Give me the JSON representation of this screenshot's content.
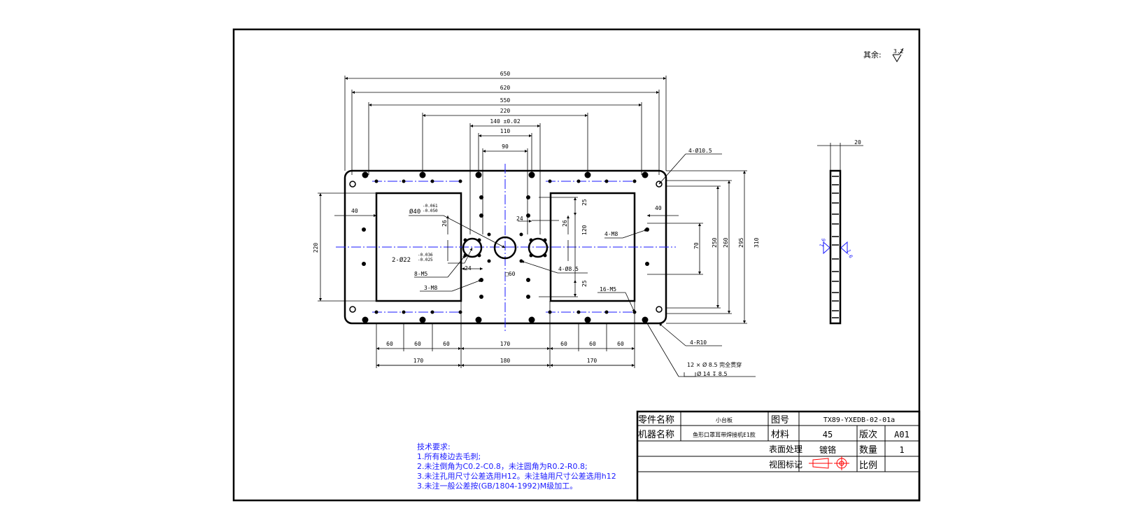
{
  "roughness": {
    "label": "其余:",
    "value": "3.2"
  },
  "dimensions": {
    "w650": "650",
    "w620": "620",
    "w550": "550",
    "w220": "220",
    "w140": "140 ±0.02",
    "w110": "110",
    "w90": "90",
    "w20": "20",
    "h220": "220",
    "h40l": "40",
    "h40r": "40",
    "h26a": "26",
    "h26b": "26",
    "h24a": "24",
    "h24b": "24",
    "h25a": "25",
    "h25b": "25",
    "h120": "120",
    "h70": "70",
    "h250": "250",
    "h260": "260",
    "h295": "295",
    "h310": "310",
    "b60a": "60",
    "b60b": "60",
    "b60c": "60",
    "b170c": "170",
    "b60d": "60",
    "b60e": "60",
    "b60f": "60",
    "c170a": "170",
    "c180": "180",
    "c170b": "170",
    "sq60": "□60"
  },
  "callouts": {
    "holes4_10_5": "4-Ø10.5",
    "phi40": "Ø40",
    "phi40_tol_hi": "-0.061",
    "phi40_tol_lo": "-0.050",
    "phi22": "2-Ø22",
    "phi22_tol_hi": "-0.036",
    "phi22_tol_lo": "-0.025",
    "m5_8": "8-M5",
    "m8_3": "3-M8",
    "m8_4": "4-M8",
    "phi8_5_4": "4-Ø8.5",
    "m5_16": "16-M5",
    "r10_4": "4-R10",
    "cbore1": "12 × Ø 8.5 完全贯穿",
    "cbore2": "Ø 14 ↧ 8.5",
    "section": "1.6"
  },
  "tech_requirements": [
    "技术要求:",
    "1.所有棱边去毛刺;",
    "2.未注倒角为C0.2-C0.8，未注圆角为R0.2-R0.8;",
    "3.未注孔用尺寸公差选用H12。未注轴用尺寸公差选用h12",
    "3.未注一般公差按(GB/1804-1992)M级加工。"
  ],
  "title_block": {
    "part_name_label": "零件名称",
    "part_name": "小台板",
    "drawing_no_label": "图号",
    "drawing_no": "TX89-YXEDB-02-01a",
    "machine_label": "机器名称",
    "machine": "鱼形口罩耳带焊接机E1款",
    "material_label": "材料",
    "material": "45",
    "revision_label": "版次",
    "revision": "A01",
    "surface_label": "表面处理",
    "surface": "镀铬",
    "qty_label": "数量",
    "qty": "1",
    "view_label": "视图标记",
    "scale_label": "比例"
  }
}
